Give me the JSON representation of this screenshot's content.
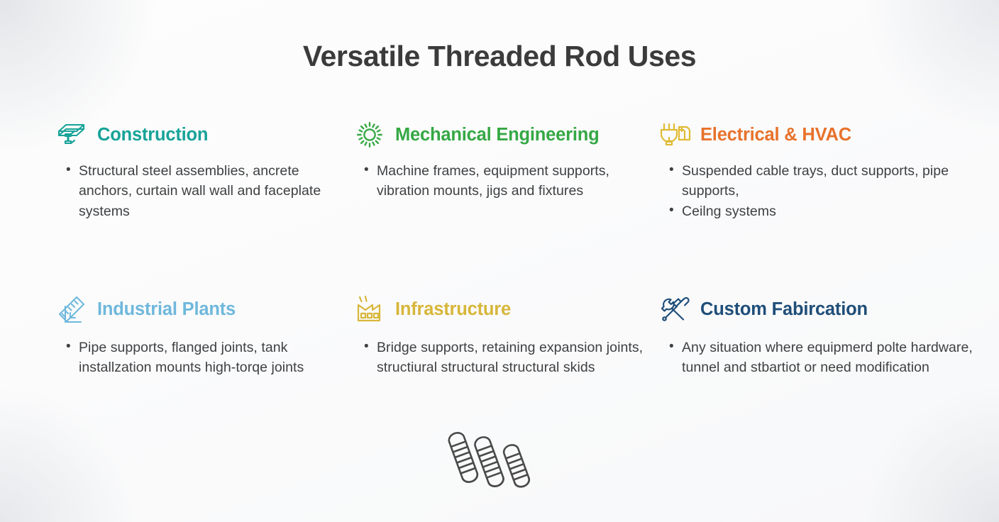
{
  "page": {
    "title": "Versatile Threaded Rod Uses",
    "background_color": "#fbfbfc",
    "title_color": "#3b3b3b",
    "body_text_color": "#3e4042"
  },
  "cards": [
    {
      "id": "construction",
      "icon": "steel-beam-icon",
      "title": "Construction",
      "color": "#17a398",
      "bullets": [
        "Structural steel assemblies, ancrete anchors, curtain wall wall and faceplate systems"
      ]
    },
    {
      "id": "mechanical-engineering",
      "icon": "gear-icon",
      "title": "Mechanical Engineering",
      "color": "#35a844",
      "bullets": [
        "Machine frames, equipment supports, vibration mounts, jigs and fixtures"
      ]
    },
    {
      "id": "electrical-hvac",
      "icon": "plug-duct-icon",
      "title": "Electrical & HVAC",
      "color": "#e8722b",
      "bullets": [
        "Suspended cable trays, duct supports, pipe supports,",
        "Ceilng systems"
      ]
    },
    {
      "id": "industrial-plants",
      "icon": "ruler-square-icon",
      "title": "Industrial Plants",
      "color": "#6fb8dc",
      "bullets": [
        "Pipe supports, flanged joints, tank installzation mounts high-torqe joints"
      ]
    },
    {
      "id": "infrastructure",
      "icon": "factory-icon",
      "title": "Infrastructure",
      "color": "#d7b63a",
      "bullets": [
        "Bridge supports, retaining expansion joints, structiural structural structural skids"
      ]
    },
    {
      "id": "custom-fabrication",
      "icon": "wrench-hammer-icon",
      "title": "Custom Fabircation",
      "color": "#1f4e79",
      "bullets": [
        "Any situation where equipmerd polte hardware, tunnel and stbartiot or need modification"
      ]
    }
  ],
  "footer_illustration": {
    "icon": "threaded-rods-icon",
    "count": 3,
    "color": "#4a4a4a"
  }
}
